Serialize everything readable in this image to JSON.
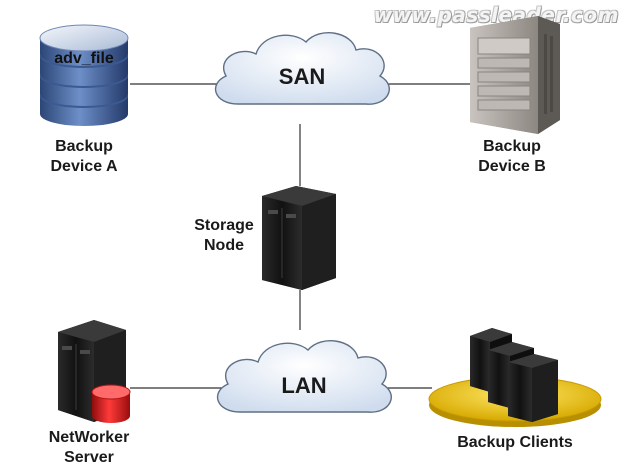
{
  "watermark": "www.passleader.com",
  "nodes": {
    "device_a": {
      "cylinder_label": "adv_file",
      "label_line1": "Backup",
      "label_line2": "Device A"
    },
    "device_b": {
      "label_line1": "Backup",
      "label_line2": "Device B"
    },
    "storage_node": {
      "label_line1": "Storage",
      "label_line2": "Node"
    },
    "networker": {
      "label_line1": "NetWorker",
      "label_line2": "Server"
    },
    "clients": {
      "label": "Backup Clients"
    }
  },
  "networks": {
    "san": "SAN",
    "lan": "LAN"
  },
  "colors": {
    "line": "#333333",
    "cloud_fill": "#dde6f3",
    "cylinder_blue": "#3d5f9a",
    "server_black": "#1b1b1b",
    "db_red": "#d61a1a",
    "platform_yellow": "#f2c400"
  }
}
